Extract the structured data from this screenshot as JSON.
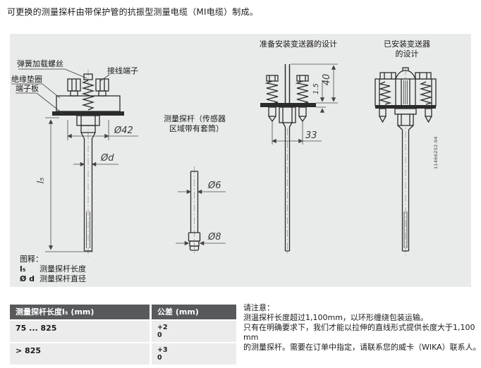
{
  "intro": "可更换的测量探杆由带保护管的抗振型测量电缆（MI电缆）制成。",
  "colors": {
    "panel_bg": "#e9eaea",
    "table_header_bg": "#58595b",
    "table_row_bg": "#ececec"
  },
  "diagram": {
    "labels": {
      "spring_loaded_screw": "弹簧加载螺丝",
      "terminal": "接线端子",
      "insulating_washer": "绝缘垫圈",
      "terminal_board": "端子板"
    },
    "left_probe": {
      "dim_head": "Ø42",
      "dim_rod": "Ød",
      "dim_length": "l₅"
    },
    "middle_probe": {
      "caption_line1": "测量探杆（传感器",
      "caption_line2": "区域带有套筒）",
      "dim_tube": "Ø6",
      "dim_sleeve": "Ø8"
    },
    "prepared": {
      "title": "准备安装变送器的设计",
      "dim_plate": "1.5",
      "dim_height": "40",
      "dim_width": "33"
    },
    "installed": {
      "title_line1": "已安装变送器",
      "title_line2": "的设计"
    },
    "doc_number": "11466252.04",
    "legend": {
      "heading": "图释：",
      "items": [
        {
          "symbol": "l₅",
          "text": "测量探杆长度"
        },
        {
          "symbol": "Ø d",
          "text": "测量探杆直径"
        }
      ]
    }
  },
  "table": {
    "headers": [
      "测量探杆长度l₅ (mm)",
      "公差 (mm)"
    ],
    "rows": [
      {
        "length": "75 ... 825",
        "tol_plus": "+2",
        "tol_zero": "0"
      },
      {
        "length": "> 825",
        "tol_plus": "+3",
        "tol_zero": "0"
      }
    ]
  },
  "notes": {
    "heading": "请注意：",
    "lines": [
      "测温探杆长度超过1,100mm，以环形缠绕包装运输。",
      "只有在明确要求下，我们才能以拉伸的直线形式提供长度大于1,100 mm",
      "的测量探杆。需要在订单中指定，请联系您的威卡（WIKA）联系人。"
    ]
  }
}
